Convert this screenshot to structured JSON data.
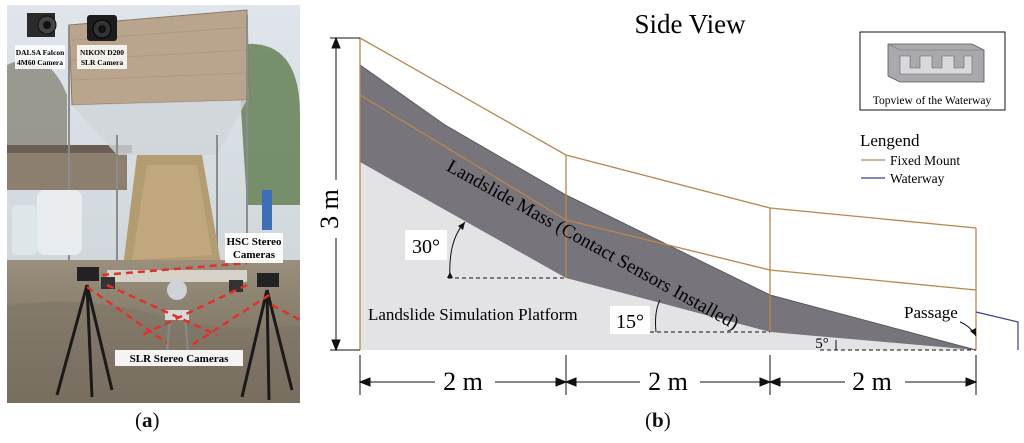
{
  "panel_a": {
    "caption_letter": "a",
    "camera_left": "DALSA Falcon 4M60 Camera",
    "camera_left_l1": "DALSA Falcon",
    "camera_left_l2": "4M60 Camera",
    "camera_right_l1": "NIKON D200",
    "camera_right_l2": "SLR Camera",
    "hsc_l1": "HSC Stereo",
    "hsc_l2": "Cameras",
    "slr_label": "SLR Stereo Cameras"
  },
  "panel_b": {
    "caption_letter": "b",
    "title": "Side View",
    "height_label": "3 m",
    "segment_labels": [
      "2 m",
      "2 m",
      "2 m"
    ],
    "angle_labels": [
      "30°",
      "15°",
      "5°"
    ],
    "mass_label": "Landslide Mass (Contact Sensors Installed)",
    "platform_label": "Landslide Simulation Platform",
    "passage_label": "Passage",
    "inset_label": "Topview of the Waterway",
    "legend_title": "Lengend",
    "legend_items": [
      {
        "label": "Fixed Mount",
        "color": "#b8864e"
      },
      {
        "label": "Waterway",
        "color": "#3a3f8f"
      }
    ]
  },
  "colors": {
    "mass_fill": "#77747b",
    "platform_fill": "#e3e3e6",
    "mount_line": "#b8864e",
    "waterway_line": "#3a3f8f"
  }
}
